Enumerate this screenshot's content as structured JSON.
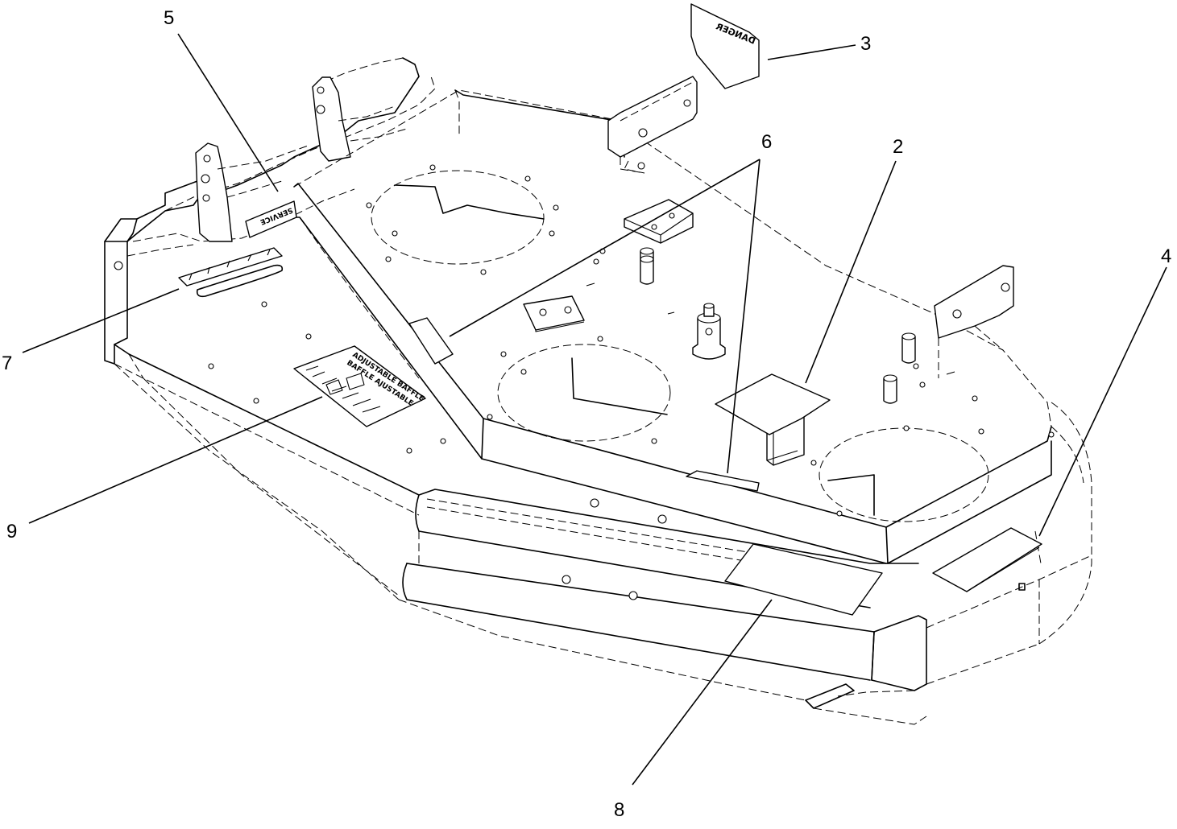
{
  "diagram": {
    "callouts": [
      "5",
      "3",
      "6",
      "2",
      "4",
      "7",
      "9",
      "8"
    ],
    "decals": {
      "danger": "DANGER",
      "part_tag": "SERVICE",
      "adjust_line1": "ADJUSTABLE BAFFLE",
      "adjust_line2": "BAFFLE AJUSTABLE"
    }
  }
}
